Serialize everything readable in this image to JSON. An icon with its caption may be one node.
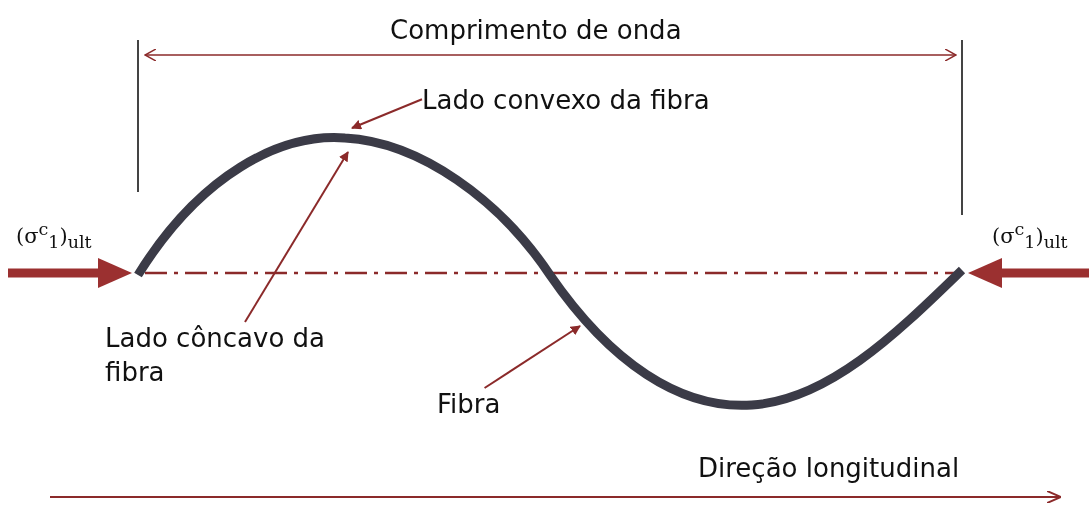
{
  "diagram": {
    "nodes": [
      {
        "text": [
          "Lado convexo da fibra"
        ]
      },
      {
        "text": [
          "Lado côncavo da fibra"
        ]
      },
      {
        "text": [
          "Fibra"
        ]
      },
      {
        "text": [],
        "shape": "picture"
      }
    ],
    "edges": [
      {
        "from": 0,
        "to": 3,
        "arrow": "to"
      },
      {
        "from": 1,
        "to": 3,
        "arrow": "to"
      },
      {
        "from": 2,
        "to": 3,
        "arrow": "to"
      }
    ],
    "labels": [
      "Comprimento de onda",
      "(σ$^{c}$$_{1}$)$_{ult}$",
      "(σ$^{c}$$_{1}$)$_{ult}$",
      "Direção longitudinal"
    ]
  }
}
